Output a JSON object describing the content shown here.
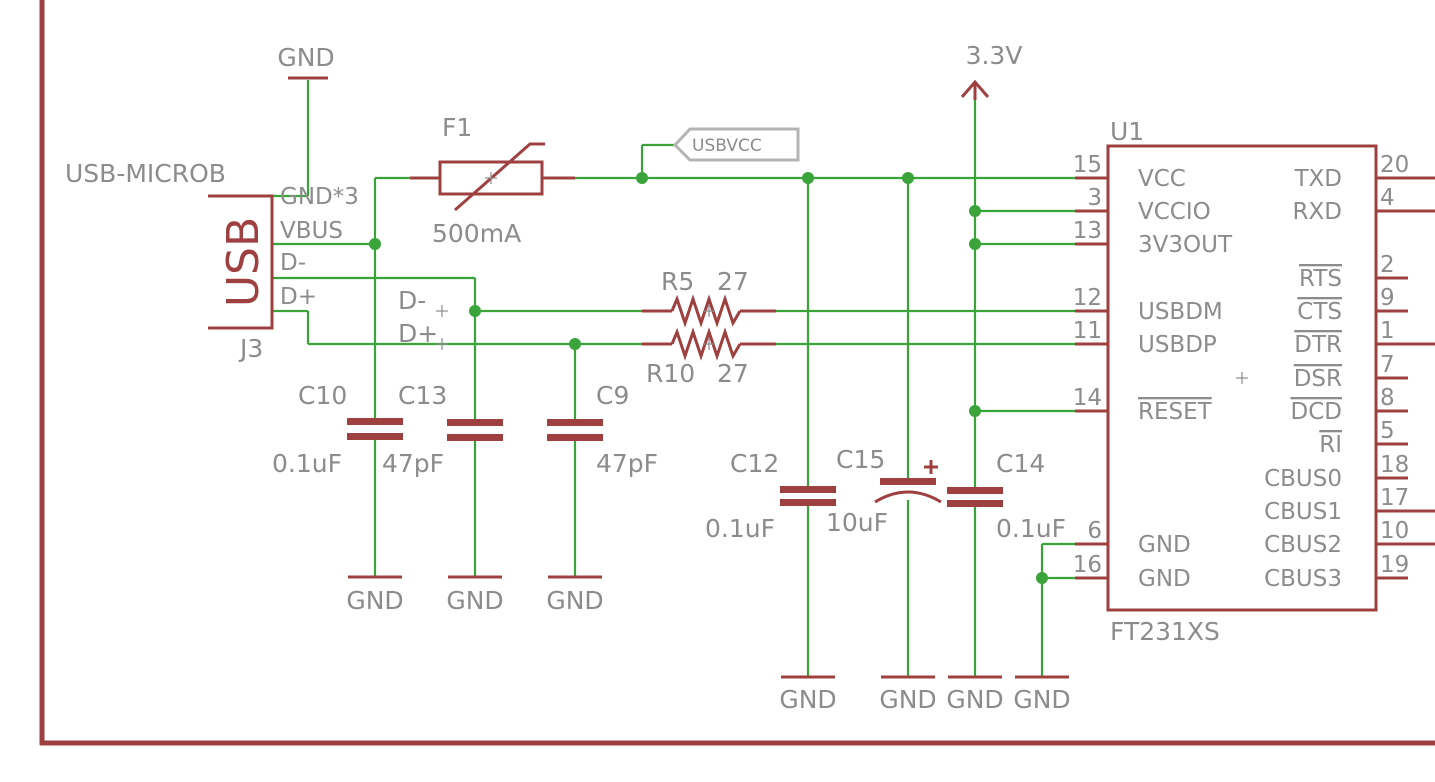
{
  "connector": {
    "name": "USB-MICROB",
    "ref": "J3",
    "symbol_text": "USB",
    "pins": [
      "GND*3",
      "VBUS",
      "D-",
      "D+"
    ]
  },
  "fuse": {
    "ref": "F1",
    "value": "500mA"
  },
  "net_labels": {
    "usbvcc": "USBVCC",
    "dminus": "D-",
    "dplus": "D+"
  },
  "supply": {
    "label": "3.3V"
  },
  "ground_label": "GND",
  "resistors": [
    {
      "ref": "R5",
      "value": "27"
    },
    {
      "ref": "R10",
      "value": "27"
    }
  ],
  "capacitors": [
    {
      "ref": "C10",
      "value": "0.1uF"
    },
    {
      "ref": "C13",
      "value": "47pF"
    },
    {
      "ref": "C9",
      "value": "47pF"
    },
    {
      "ref": "C12",
      "value": "0.1uF"
    },
    {
      "ref": "C15",
      "value": "10uF"
    },
    {
      "ref": "C14",
      "value": "0.1uF"
    }
  ],
  "ic": {
    "ref": "U1",
    "part": "FT231XS",
    "left_pins": [
      {
        "num": "15",
        "name": "VCC"
      },
      {
        "num": "3",
        "name": "VCCIO"
      },
      {
        "num": "13",
        "name": "3V3OUT"
      },
      {
        "num": "12",
        "name": "USBDM"
      },
      {
        "num": "11",
        "name": "USBDP"
      },
      {
        "num": "14",
        "name": "RESET"
      },
      {
        "num": "6",
        "name": "GND"
      },
      {
        "num": "16",
        "name": "GND"
      }
    ],
    "right_pins": [
      {
        "num": "20",
        "name": "TXD"
      },
      {
        "num": "4",
        "name": "RXD"
      },
      {
        "num": "2",
        "name": "RTS"
      },
      {
        "num": "9",
        "name": "CTS"
      },
      {
        "num": "1",
        "name": "DTR"
      },
      {
        "num": "7",
        "name": "DSR"
      },
      {
        "num": "8",
        "name": "DCD"
      },
      {
        "num": "5",
        "name": "RI"
      },
      {
        "num": "18",
        "name": "CBUS0"
      },
      {
        "num": "17",
        "name": "CBUS1"
      },
      {
        "num": "10",
        "name": "CBUS2"
      },
      {
        "num": "19",
        "name": "CBUS3"
      }
    ]
  }
}
